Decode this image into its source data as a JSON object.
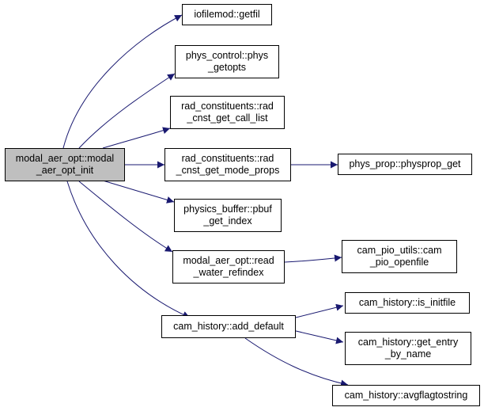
{
  "graph": {
    "root": {
      "line1": "modal_aer_opt::modal",
      "line2": "_aer_opt_init"
    },
    "nodes": {
      "getfil": {
        "line1": "iofilemod::getfil"
      },
      "phys_getopts": {
        "line1": "phys_control::phys",
        "line2": "_getopts"
      },
      "rad_cnst_get_call_list": {
        "line1": "rad_constituents::rad",
        "line2": "_cnst_get_call_list"
      },
      "rad_cnst_get_mode_props": {
        "line1": "rad_constituents::rad",
        "line2": "_cnst_get_mode_props"
      },
      "physprop_get": {
        "line1": "phys_prop::physprop_get"
      },
      "pbuf_get_index": {
        "line1": "physics_buffer::pbuf",
        "line2": "_get_index"
      },
      "read_water_refindex": {
        "line1": "modal_aer_opt::read",
        "line2": "_water_refindex"
      },
      "cam_pio_openfile": {
        "line1": "cam_pio_utils::cam",
        "line2": "_pio_openfile"
      },
      "add_default": {
        "line1": "cam_history::add_default"
      },
      "is_initfile": {
        "line1": "cam_history::is_initfile"
      },
      "get_entry_by_name": {
        "line1": "cam_history::get_entry",
        "line2": "_by_name"
      },
      "avgflagtostring": {
        "line1": "cam_history::avgflagtostring"
      }
    },
    "edges": [
      [
        "root",
        "getfil"
      ],
      [
        "root",
        "phys_getopts"
      ],
      [
        "root",
        "rad_cnst_get_call_list"
      ],
      [
        "root",
        "rad_cnst_get_mode_props"
      ],
      [
        "root",
        "pbuf_get_index"
      ],
      [
        "root",
        "read_water_refindex"
      ],
      [
        "root",
        "add_default"
      ],
      [
        "rad_cnst_get_mode_props",
        "physprop_get"
      ],
      [
        "read_water_refindex",
        "cam_pio_openfile"
      ],
      [
        "add_default",
        "is_initfile"
      ],
      [
        "add_default",
        "get_entry_by_name"
      ],
      [
        "add_default",
        "avgflagtostring"
      ]
    ],
    "colors": {
      "edge": "#191970",
      "root_fill": "#bfbfbf",
      "node_fill": "#ffffff",
      "border": "#000000"
    }
  }
}
